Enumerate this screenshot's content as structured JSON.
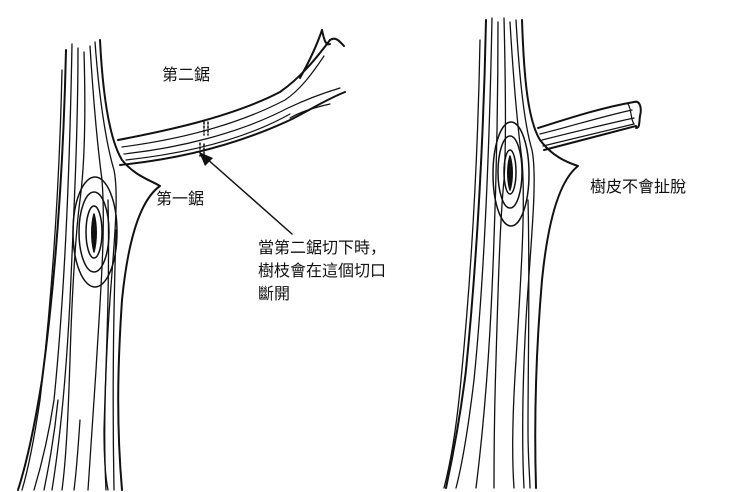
{
  "left_figure": {
    "label_second_cut": "第二鋸",
    "label_first_cut": "第一鋸",
    "callout_lines": [
      "當第二鋸切下時，",
      "樹枝會在這個切口",
      "斷開"
    ]
  },
  "right_figure": {
    "label_bark": "樹皮不會扯脫"
  },
  "colors": {
    "ink": "#111111",
    "background": "#ffffff"
  }
}
